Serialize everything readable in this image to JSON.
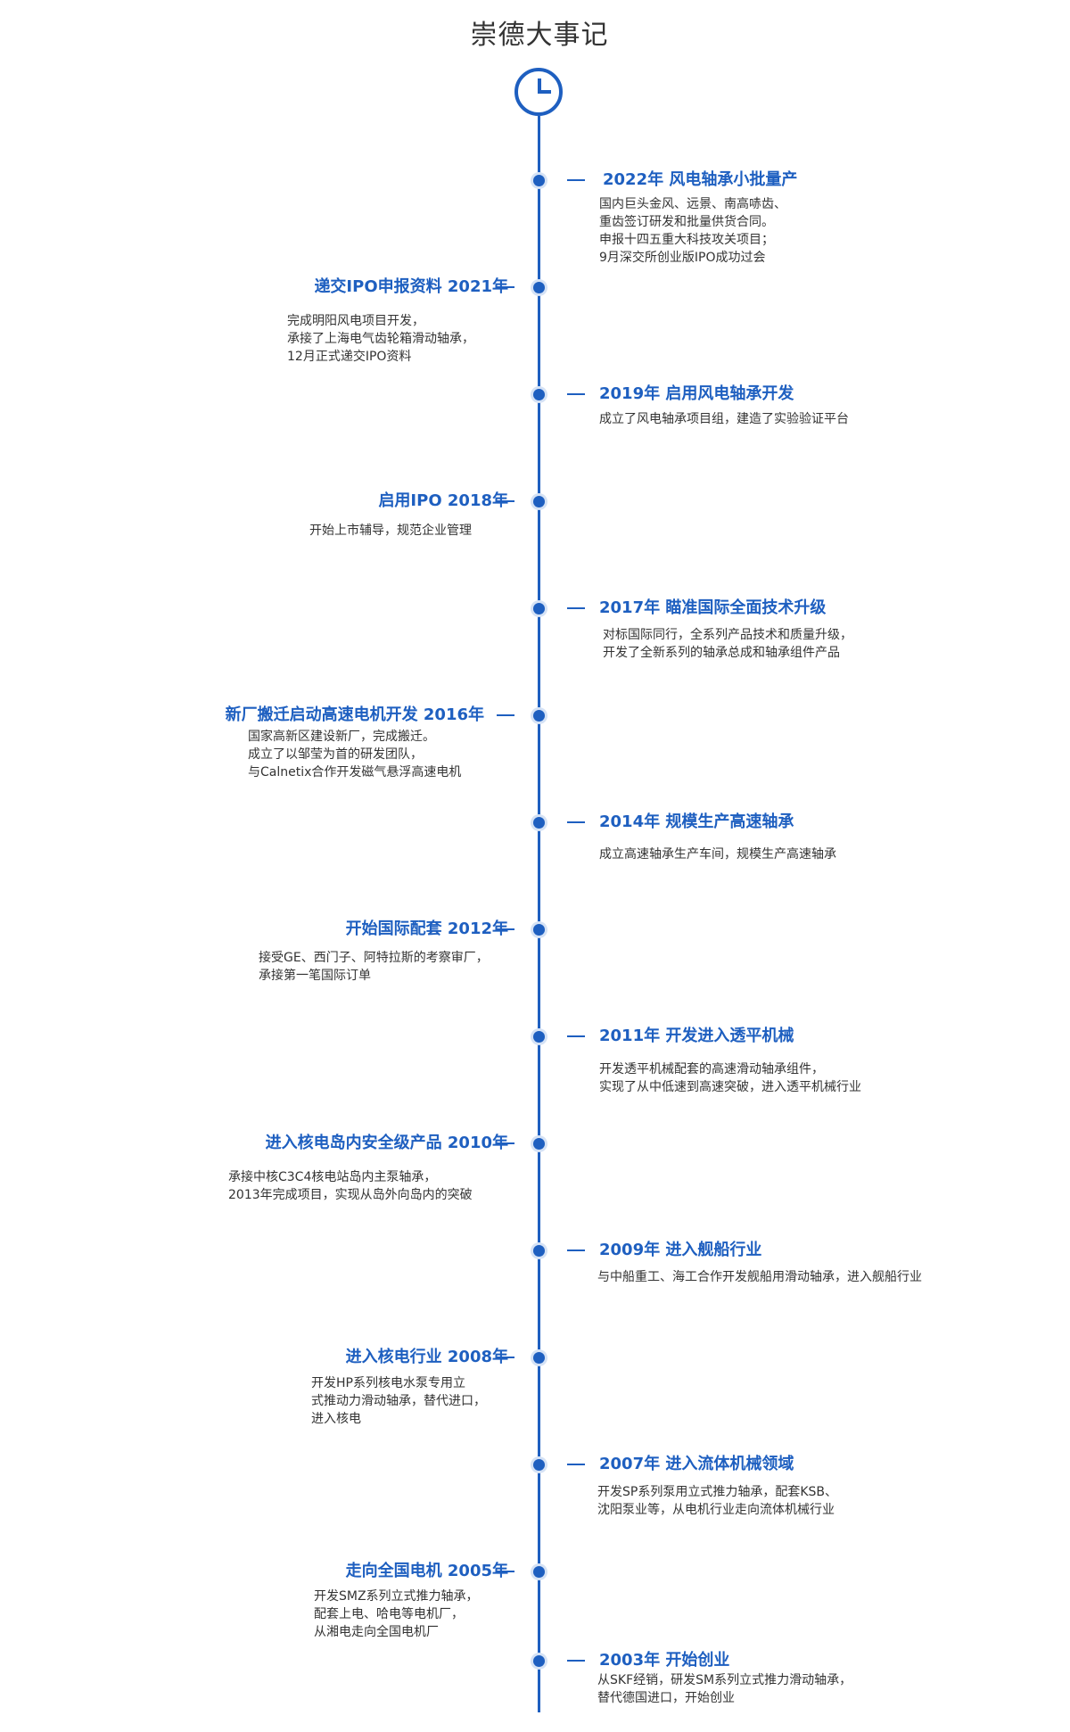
{
  "page": {
    "title": "崇德大事记"
  },
  "events": [
    {
      "title": "2022年 风电轴承小批量产",
      "lines": [
        "国内巨头金风、远景、南高哧齿、",
        "重齿签订研发和批量供货合同。",
        "申报十四五重大科技攻关项目；",
        "9月深交所创业版IPO成功过会"
      ]
    },
    {
      "title": "递交IPO申报资料  2021年",
      "lines": [
        "完成明阳风电项目开发，",
        "承接了上海电气齿轮箱滑动轴承，",
        "12月正式递交IPO资料"
      ]
    },
    {
      "title": "2019年  启用风电轴承开发",
      "lines": [
        "成立了风电轴承项目组，建造了实验验证平台"
      ]
    },
    {
      "title": "启用IPO 2018年",
      "lines": [
        "开始上市辅导，规范企业管理"
      ]
    },
    {
      "title": "2017年 瞄准国际全面技术升级",
      "lines": [
        "对标国际同行，全系列产品技术和质量升级，",
        "开发了全新系列的轴承总成和轴承组件产品"
      ]
    },
    {
      "title": "新厂搬迁启动高速电机开发  2016年",
      "lines": [
        "国家高新区建设新厂，完成搬迁。",
        "成立了以邹莹为首的研发团队，",
        "与Calnetix合作开发磁气悬浮高速电机"
      ]
    },
    {
      "title": "2014年 规模生产高速轴承",
      "lines": [
        "成立高速轴承生产车间，规模生产高速轴承"
      ]
    },
    {
      "title": "开始国际配套 2012年",
      "lines": [
        "接受GE、西门子、阿特拉斯的考察审厂，",
        "承接第一笔国际订单"
      ]
    },
    {
      "title": "2011年 开发进入透平机械",
      "lines": [
        "开发透平机械配套的高速滑动轴承组件，",
        "实现了从中低速到高速突破，进入透平机械行业"
      ]
    },
    {
      "title": "进入核电岛内安全级产品  2010年",
      "lines": [
        "承接中核C3C4核电站岛内主泵轴承，",
        "2013年完成项目，实现从岛外向岛内的突破"
      ]
    },
    {
      "title": "2009年 进入舰船行业",
      "lines": [
        "与中船重工、海工合作开发舰船用滑动轴承，进入舰船行业"
      ]
    },
    {
      "title": "进入核电行业 2008年",
      "lines": [
        "开发HP系列核电水泵专用立",
        "式推动力滑动轴承，替代进口，",
        "进入核电"
      ]
    },
    {
      "title": "2007年 进入流体机械领域",
      "lines": [
        "开发SP系列泵用立式推力轴承，配套KSB、",
        "沈阳泵业等，从电机行业走向流体机械行业"
      ]
    },
    {
      "title": "走向全国电机   2005年",
      "lines": [
        "开发SMZ系列立式推力轴承，",
        "配套上电、哈电等电机厂，",
        "从湘电走向全国电机厂"
      ]
    },
    {
      "title": "2003年  开始创业",
      "lines": [
        "从SKF经销，研发SM系列立式推力滑动轴承，",
        "替代德国进口，开始创业"
      ]
    }
  ]
}
